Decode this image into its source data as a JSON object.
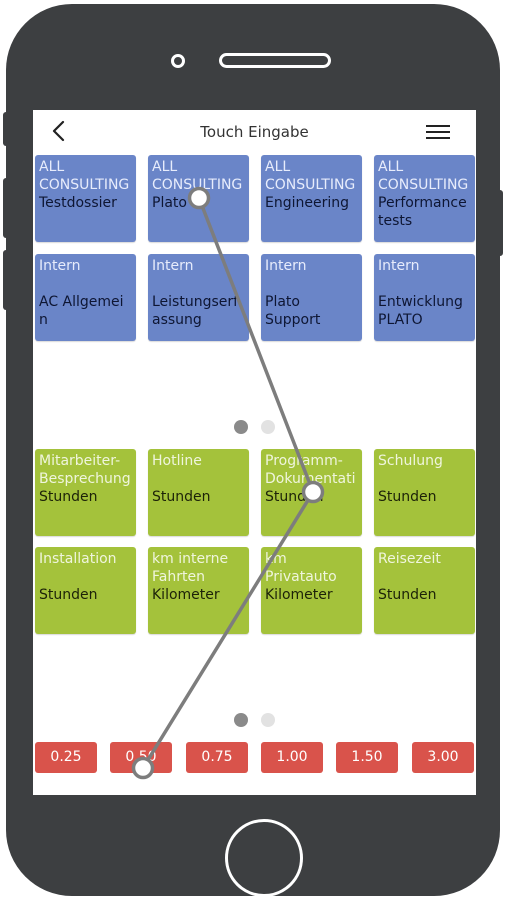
{
  "header": {
    "title": "Touch Eingabe",
    "back_icon": "chevron-left-icon",
    "menu_icon": "hamburger-menu-icon"
  },
  "project_tiles": [
    {
      "category": "ALL\nCONSULTING",
      "name": "Testdossier"
    },
    {
      "category": "ALL\nCONSULTING",
      "name": "Plato"
    },
    {
      "category": "ALL\nCONSULTING",
      "name": "Engineering"
    },
    {
      "category": "ALL\nCONSULTING",
      "name": "Performance\ntests"
    },
    {
      "category": "Intern",
      "name": "AC Allgemein"
    },
    {
      "category": "Intern",
      "name": "Leistungserf\nassung"
    },
    {
      "category": "Intern",
      "name": "Plato\nSupport"
    },
    {
      "category": "Intern",
      "name": "Entwicklung\nPLATO"
    }
  ],
  "activity_tiles": [
    {
      "category": "Mitarbeiter-\nBesprechung",
      "name": "Stunden"
    },
    {
      "category": "Hotline",
      "name": "Stunden"
    },
    {
      "category": "Programm-\nDokumentati",
      "name": "Stunden"
    },
    {
      "category": "Schulung",
      "name": "Stunden"
    },
    {
      "category": "Installation",
      "name": "Stunden"
    },
    {
      "category": "km interne\nFahrten",
      "name": "Kilometer"
    },
    {
      "category": "km\nPrivatauto",
      "name": "Kilometer"
    },
    {
      "category": "Reisezeit",
      "name": "Stunden"
    }
  ],
  "pager_top": {
    "active_page": 1,
    "page_count": 2
  },
  "pager_bottom": {
    "active_page": 1,
    "page_count": 2
  },
  "quantities": [
    "0.25",
    "0.50",
    "0.75",
    "1.00",
    "1.50",
    "3.00"
  ],
  "colors": {
    "phone_body": "#3d3f41",
    "project_tile": "#6a85c8",
    "activity_tile": "#a4c23b",
    "quantity_button": "#d9534b",
    "gesture_line": "#7d7d7d"
  },
  "gesture": {
    "description_icon": "swipe-path-icon",
    "touch_points": [
      "project-tile-plato",
      "activity-tile-programm-dokumentati",
      "quantity-button-0.50"
    ]
  }
}
